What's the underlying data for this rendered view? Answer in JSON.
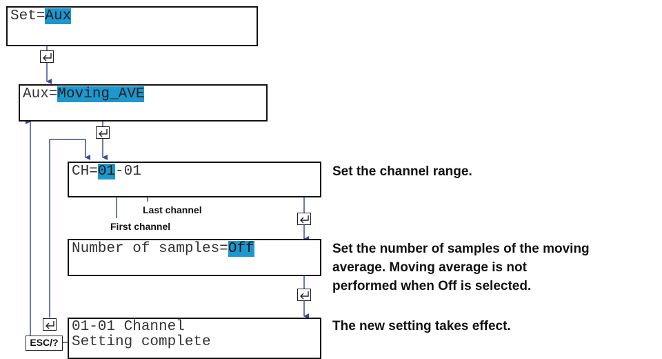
{
  "screens": {
    "set": {
      "label": "Set=",
      "value": "Aux"
    },
    "aux": {
      "label": "Aux=",
      "value": "Moving_AVE"
    },
    "ch": {
      "label": "CH=",
      "first": "01",
      "rest": "-01"
    },
    "samples": {
      "label": "Number of samples=",
      "value": "Off"
    },
    "complete": {
      "line1": "01-01 Channel",
      "line2": "Setting complete"
    }
  },
  "annotations": {
    "last_channel": "Last channel",
    "first_channel": "First channel"
  },
  "descriptions": {
    "channel_range": "Set the channel range.",
    "samples_line1": "Set the number of samples of the moving",
    "samples_line2": "average. Moving average is not",
    "samples_line3": "performed when Off is selected.",
    "takes_effect": "The new setting takes effect."
  },
  "keys": {
    "enter_icon": "enter-key-icon",
    "esc_label": "ESC/?"
  },
  "colors": {
    "highlight": "#1c98cf",
    "arrow": "#3a4a9a"
  }
}
